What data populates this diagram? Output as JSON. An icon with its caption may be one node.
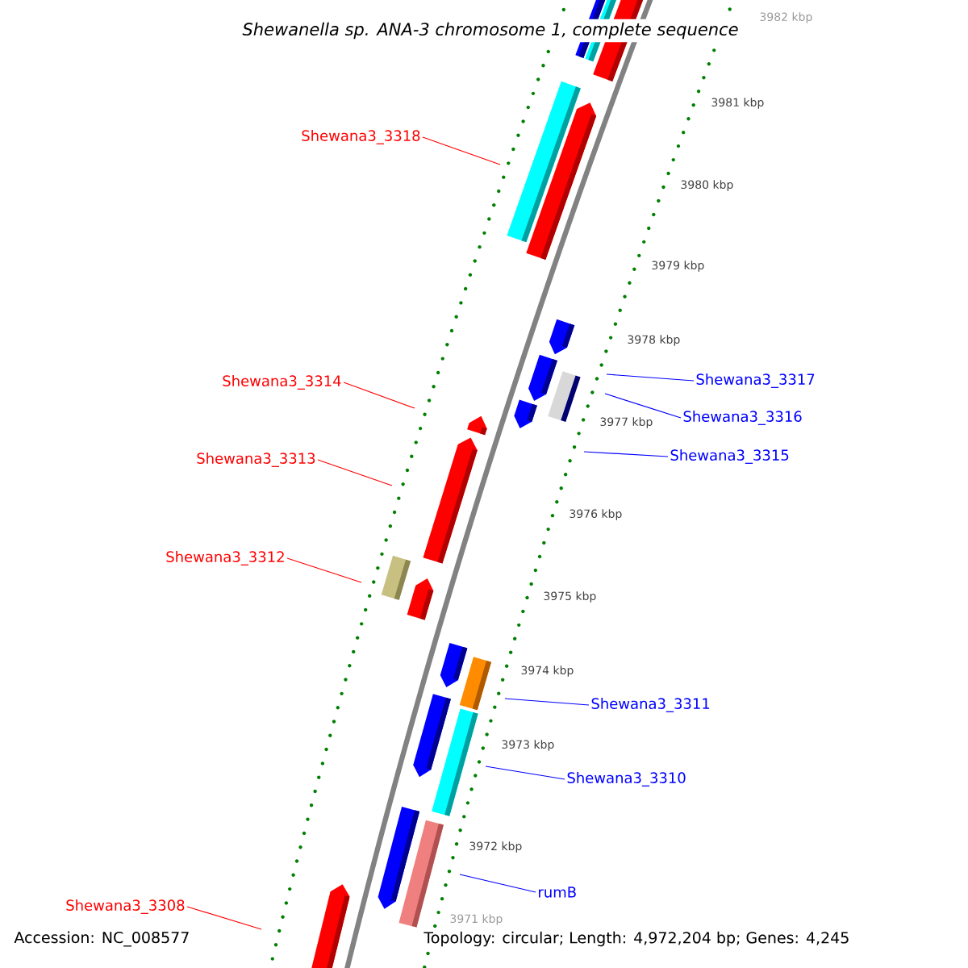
{
  "diagram": {
    "title": "Shewanella sp. ANA-3 chromosome 1, complete sequence",
    "nodes": [
      {
        "text": [
          "Shewana3_3318"
        ]
      },
      {
        "text": [
          "Shewana3_3314"
        ]
      },
      {
        "text": [
          "Shewana3_3317"
        ]
      },
      {
        "text": [
          "Shewana3_3316"
        ]
      },
      {
        "text": [
          "Shewana3_3315"
        ]
      },
      {
        "text": [
          "Shewana3_3313"
        ]
      },
      {
        "text": [
          "Shewana3_3312"
        ]
      },
      {
        "text": [
          "Shewana3_3311"
        ]
      },
      {
        "text": [
          "Shewana3_3310"
        ]
      },
      {
        "text": [
          "rumB"
        ]
      },
      {
        "text": [
          "Shewana3_3308"
        ]
      }
    ],
    "edges": [
      {
        "from": 0,
        "to": null,
        "arrow": "none",
        "color": "#ff0000"
      },
      {
        "from": 1,
        "to": null,
        "arrow": "none",
        "color": "#ff0000"
      },
      {
        "from": 2,
        "to": null,
        "arrow": "none"
      },
      {
        "from": 3,
        "to": null,
        "arrow": "none"
      },
      {
        "from": 4,
        "to": null,
        "arrow": "none"
      },
      {
        "from": 5,
        "to": null,
        "arrow": "none",
        "color": "#ff0000"
      },
      {
        "from": 6,
        "to": null,
        "arrow": "none",
        "color": "#ff0000"
      },
      {
        "from": 7,
        "to": null,
        "arrow": "none"
      },
      {
        "from": 8,
        "to": null,
        "arrow": "none"
      },
      {
        "from": 9,
        "to": null,
        "arrow": "none"
      },
      {
        "from": 10,
        "to": null,
        "arrow": "none",
        "color": "#ff0000"
      }
    ],
    "labels": [
      "3982 kbp",
      "3981 kbp",
      "3980 kbp",
      "3979 kbp",
      "3978 kbp",
      "3977 kbp",
      "3976 kbp",
      "3975 kbp",
      "3974 kbp",
      "3973 kbp",
      "3972 kbp",
      "3971 kbp",
      "Accession: NC_008577",
      "Topology: circular; Length: 4,972,204 bp; Genes: 4,245"
    ]
  }
}
